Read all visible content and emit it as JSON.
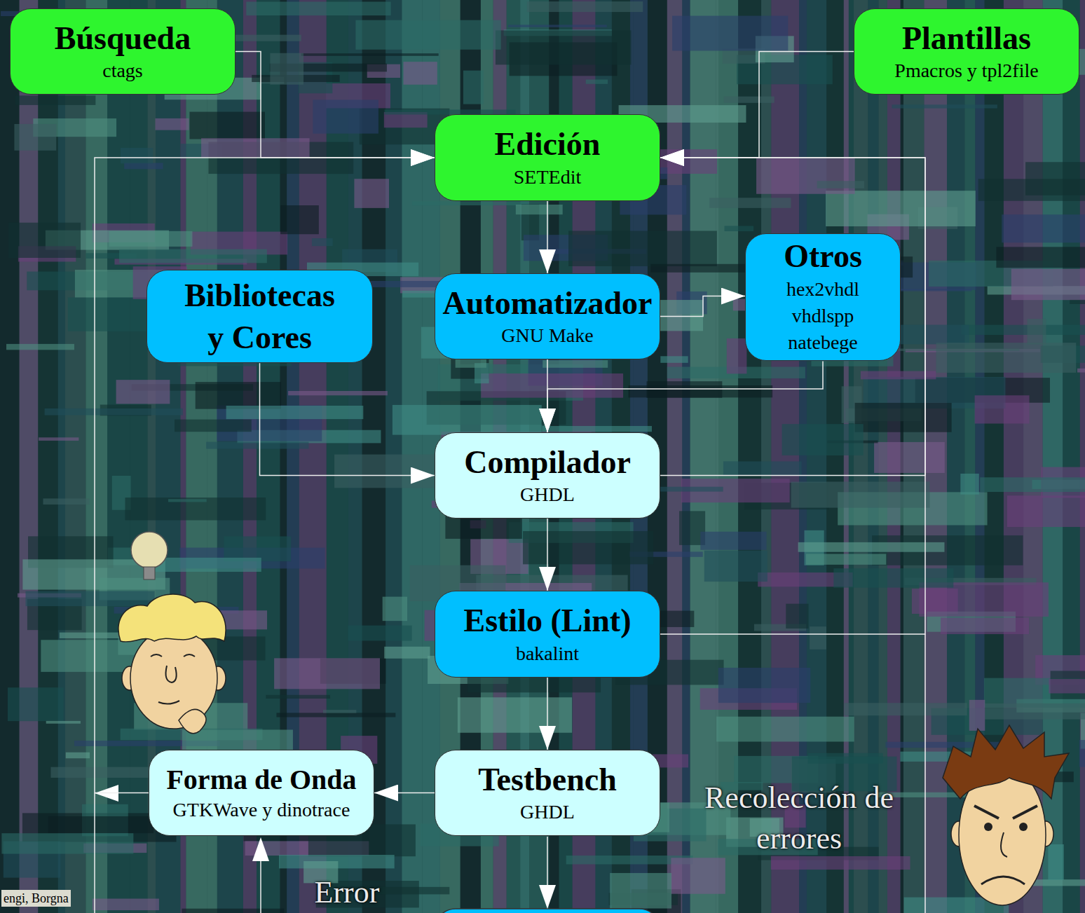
{
  "diagram": {
    "nodes": [
      {
        "text": [
          "Búsqueda",
          "ctags"
        ]
      },
      {
        "text": [
          "Plantillas",
          "Pmacros y tpl2file"
        ]
      },
      {
        "text": [
          "Edición",
          "SETEdit"
        ]
      },
      {
        "text": [
          "Bibliotecas y Cores"
        ]
      },
      {
        "text": [
          "Automatizador",
          "GNU Make"
        ]
      },
      {
        "text": [
          "Otros",
          "hex2vhdl vhdlspp natebege"
        ]
      },
      {
        "text": [
          "Compilador",
          "GHDL"
        ]
      },
      {
        "text": [
          "Estilo (Lint)",
          "bakalint"
        ]
      },
      {
        "text": [
          "Forma de Onda",
          "GTKWave y dinotrace"
        ]
      },
      {
        "text": [
          "Testbench",
          "GHDL"
        ]
      }
    ],
    "edges": [
      {
        "from": 0,
        "to": 2,
        "arrow": "to"
      },
      {
        "from": 1,
        "to": 2,
        "arrow": "to"
      },
      {
        "from": 2,
        "to": 4,
        "arrow": "to"
      },
      {
        "from": 4,
        "to": 5,
        "arrow": "to"
      },
      {
        "from": 5,
        "to": 6,
        "arrow": "to"
      },
      {
        "from": 4,
        "to": 6,
        "arrow": "to"
      },
      {
        "from": 3,
        "to": 6,
        "arrow": "to"
      },
      {
        "from": 6,
        "to": 2,
        "arrow": "to"
      },
      {
        "from": 6,
        "to": 7,
        "arrow": "to"
      },
      {
        "from": 7,
        "to": 2,
        "arrow": "to"
      },
      {
        "from": 7,
        "to": 9,
        "arrow": "to"
      },
      {
        "from": 9,
        "to": 8,
        "arrow": "to"
      },
      {
        "from": 8,
        "to": 2,
        "arrow": "to"
      }
    ],
    "labels": [
      "Recolección de errores",
      "Error",
      "engi, Borgna"
    ]
  }
}
